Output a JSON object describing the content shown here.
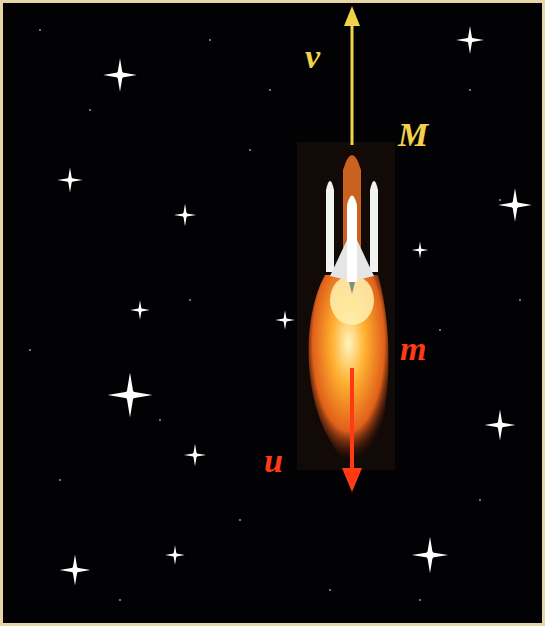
{
  "diagram": {
    "labels": [
      "v",
      "M",
      "m",
      "u"
    ]
  }
}
